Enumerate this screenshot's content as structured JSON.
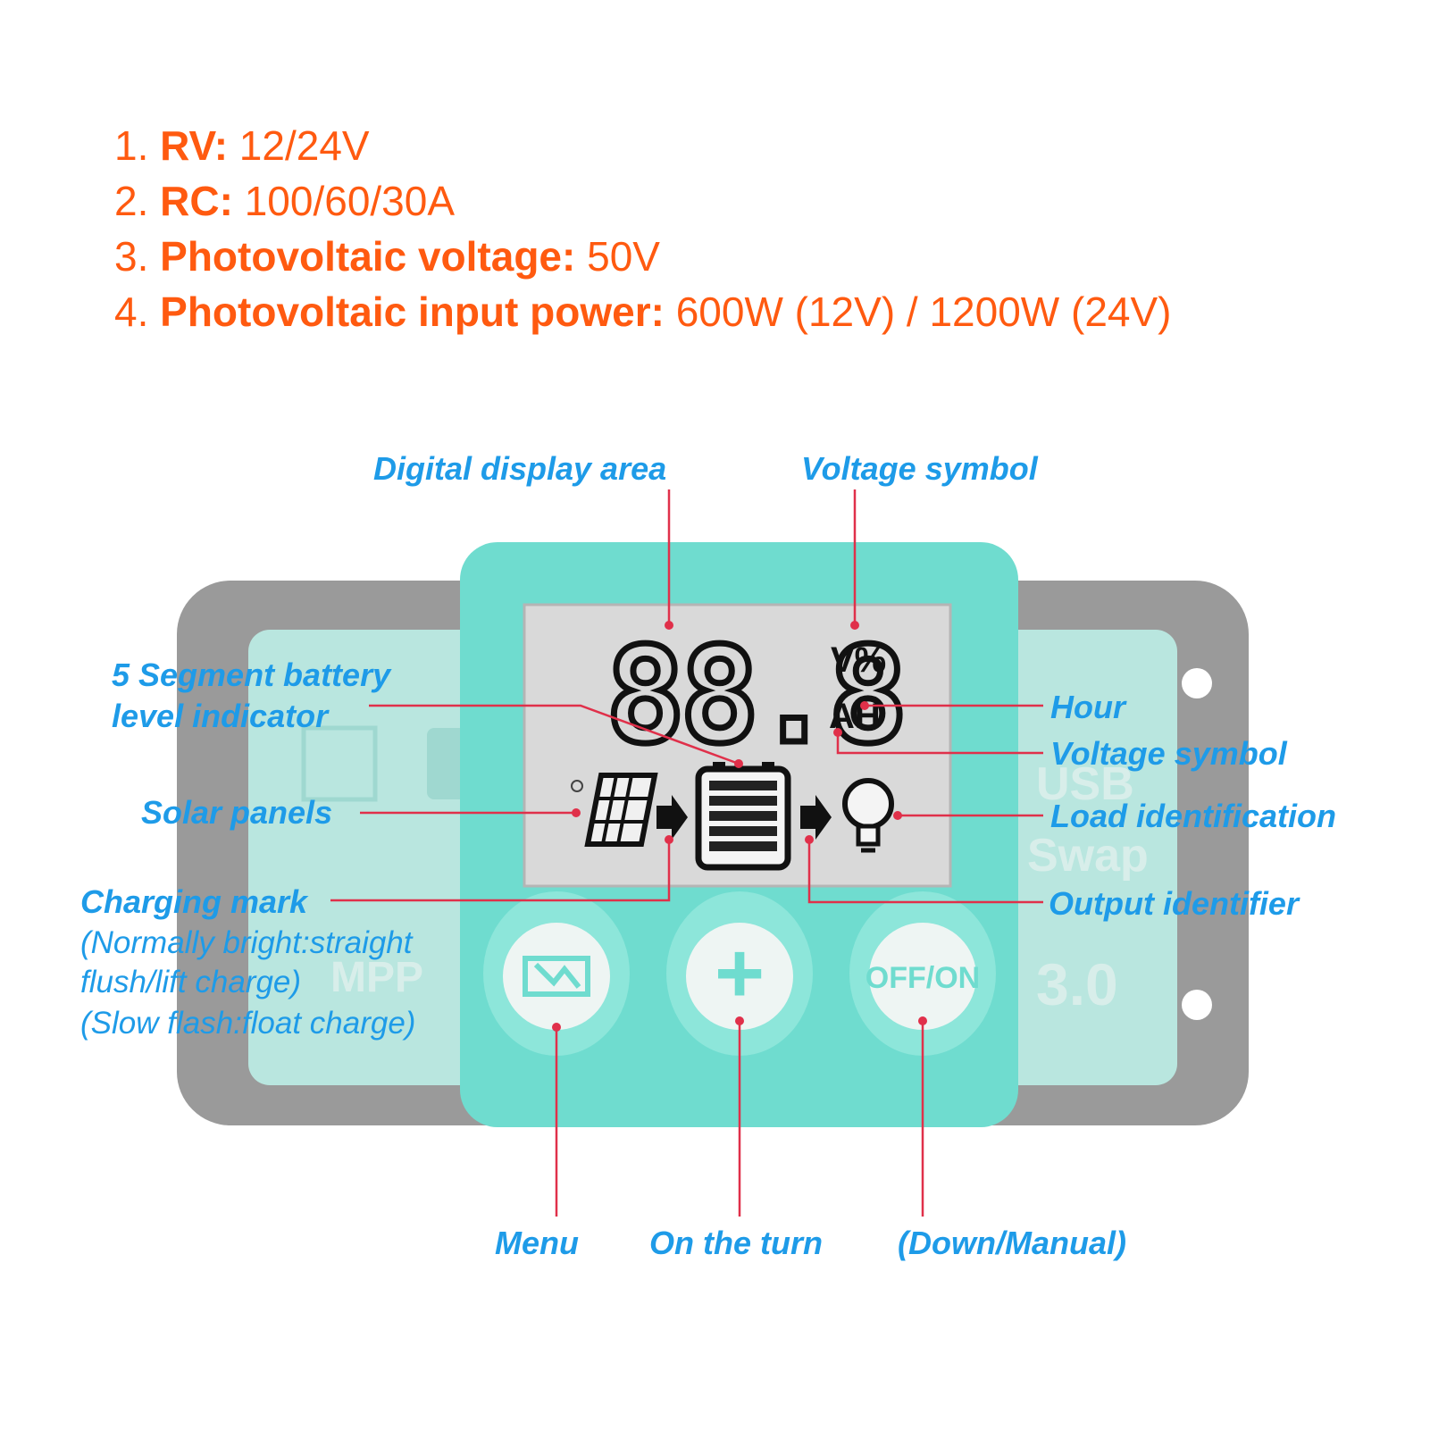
{
  "specs": [
    {
      "num": "1.",
      "label": "RV:",
      "value": "12/24V"
    },
    {
      "num": "2.",
      "label": "RC:",
      "value": "100/60/30A"
    },
    {
      "num": "3.",
      "label": "Photovoltaic voltage:",
      "value": "50V"
    },
    {
      "num": "4.",
      "label": "Photovoltaic input power:",
      "value": "600W (12V) / 1200W (24V)"
    }
  ],
  "display": {
    "digits": "88.8",
    "unit_top": "V%",
    "unit_bottom": "AH",
    "btn_plus": "+",
    "btn_offon": "OFF/ON",
    "bg_text_right": [
      "USB",
      "Swap",
      "3.0"
    ],
    "bg_text_left": [
      "MPP"
    ]
  },
  "labels": {
    "digital_display_area": "Digital display area",
    "voltage_symbol_top": "Voltage symbol",
    "battery_indicator_1": "5 Segment battery",
    "battery_indicator_2": "level indicator",
    "hour": "Hour",
    "voltage_symbol_right": "Voltage symbol",
    "solar_panels": "Solar panels",
    "load_identification": "Load identification",
    "charging_mark": "Charging mark",
    "charging_note_1": "(Normally bright:straight",
    "charging_note_2": "flush/lift charge)",
    "charging_note_3": "(Slow flash:float charge)",
    "output_identifier": "Output identifier",
    "menu": "Menu",
    "on_the_turn": "On the turn",
    "down_manual": "(Down/Manual)"
  },
  "colors": {
    "spec_orange": "#ff5a10",
    "label_blue": "#1e9be8",
    "leader_red": "#e0304a",
    "panel_teal": "#6fdccf",
    "device_gray": "#9a9a9a",
    "lcd_bg": "#d9d9d9"
  }
}
